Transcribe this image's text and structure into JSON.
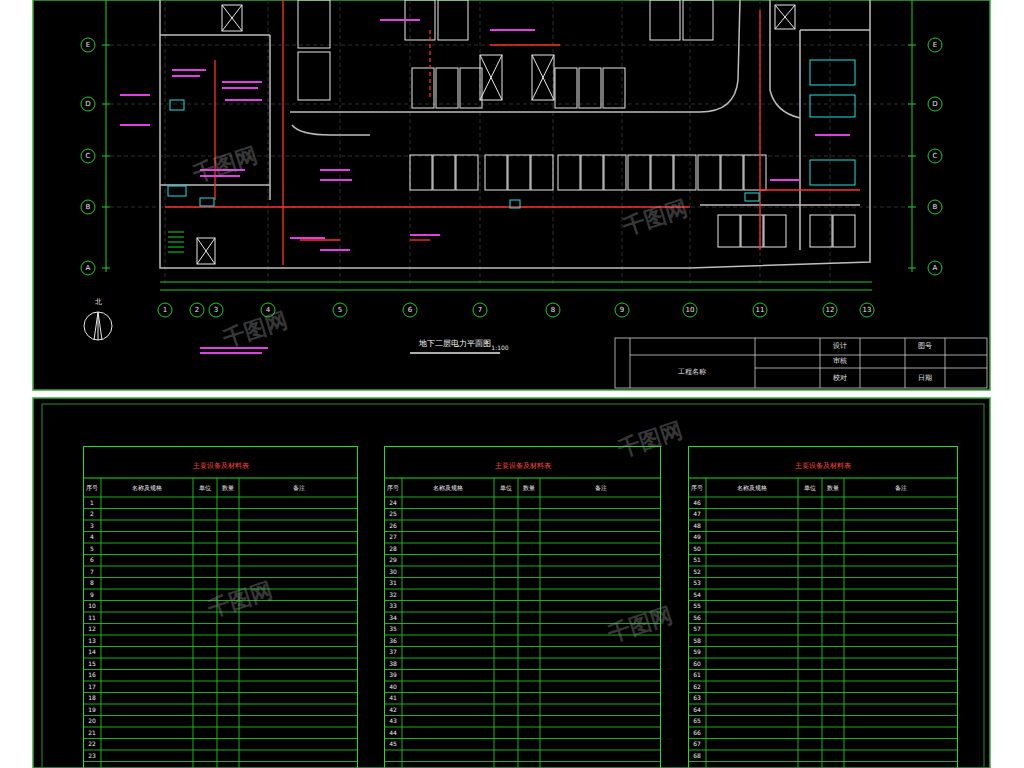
{
  "diagram": {
    "title": "地下二层电力平面图",
    "nodes": [
      {
        "text": [
          "主要设备及材料表"
        ]
      },
      {
        "text": [
          "主要设备及材料表"
        ]
      },
      {
        "text": [
          "主要设备及材料表"
        ]
      }
    ],
    "labels": [
      "E",
      "D",
      "C",
      "B",
      "A",
      "E",
      "D",
      "C",
      "B",
      "A",
      "1",
      "2",
      "3",
      "4",
      "5",
      "6",
      "7",
      "8",
      "9",
      "10",
      "11",
      "12",
      "13",
      "北",
      "1:100",
      "工程名称",
      "图号",
      "设计",
      "审核",
      "校对",
      "日期",
      "序号",
      "名称及规格",
      "单位",
      "数量",
      "备注",
      "序号",
      "名称及规格",
      "单位",
      "数量",
      "备注",
      "序号",
      "名称及规格",
      "单位",
      "数量",
      "备注",
      "1",
      "2",
      "3",
      "4",
      "5",
      "6",
      "7",
      "8",
      "9",
      "10",
      "11",
      "12",
      "13",
      "14",
      "15",
      "16",
      "17",
      "18",
      "19",
      "20",
      "21",
      "22",
      "23",
      "24",
      "25",
      "26",
      "27",
      "28",
      "29",
      "30",
      "31",
      "32",
      "33",
      "34",
      "35",
      "36",
      "37",
      "38",
      "39",
      "40",
      "41",
      "42",
      "43",
      "44",
      "45",
      "46",
      "47",
      "48",
      "49",
      "50",
      "51",
      "52",
      "53",
      "54",
      "55",
      "56",
      "57",
      "58",
      "59",
      "60",
      "61",
      "62",
      "63",
      "64",
      "65",
      "66",
      "67",
      "68",
      "千图网",
      "千图网",
      "千图网",
      "千图网",
      "千图网",
      "千图网"
    ]
  }
}
